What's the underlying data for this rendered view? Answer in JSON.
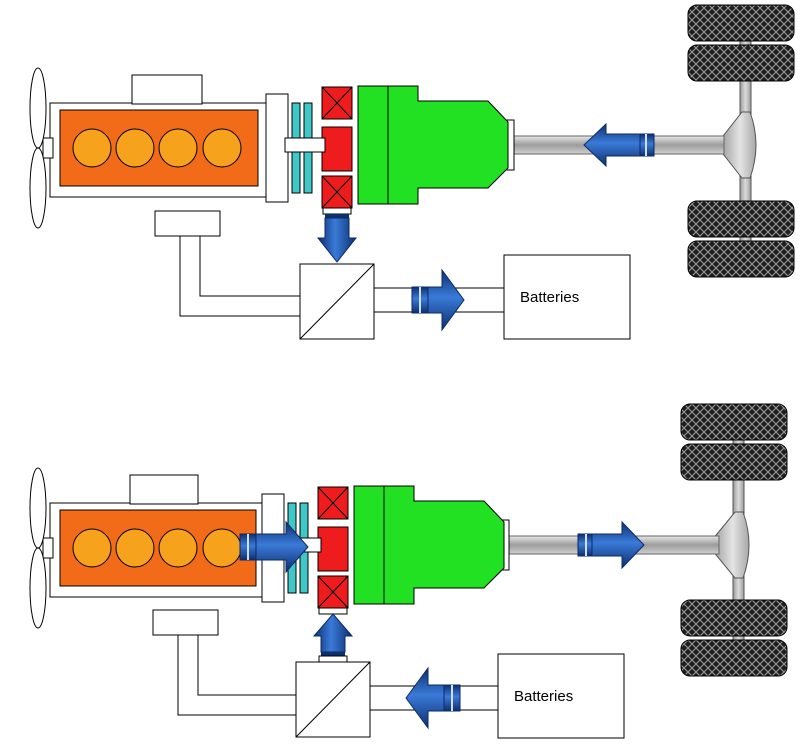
{
  "diagrams": [
    {
      "id": "regenerative-braking",
      "battery_label": "Batteries",
      "power_flow": "wheels-to-battery"
    },
    {
      "id": "motor-assist",
      "battery_label": "Batteries",
      "power_flow": "battery-to-wheels"
    }
  ],
  "colors": {
    "engine_block": "#f26b18",
    "cylinder": "#f7a21c",
    "clutch_plate": "#40c8c8",
    "motor_stator": "#ee1c1c",
    "transmission": "#22e022",
    "flow_arrow": "#1a4fa8",
    "shaft": "#b9b9b9",
    "tire": "#222222"
  },
  "icons": [
    "fan-icon",
    "cylinder-icon",
    "flow-arrow-icon",
    "inverter-icon",
    "differential-icon",
    "tire-icon"
  ]
}
